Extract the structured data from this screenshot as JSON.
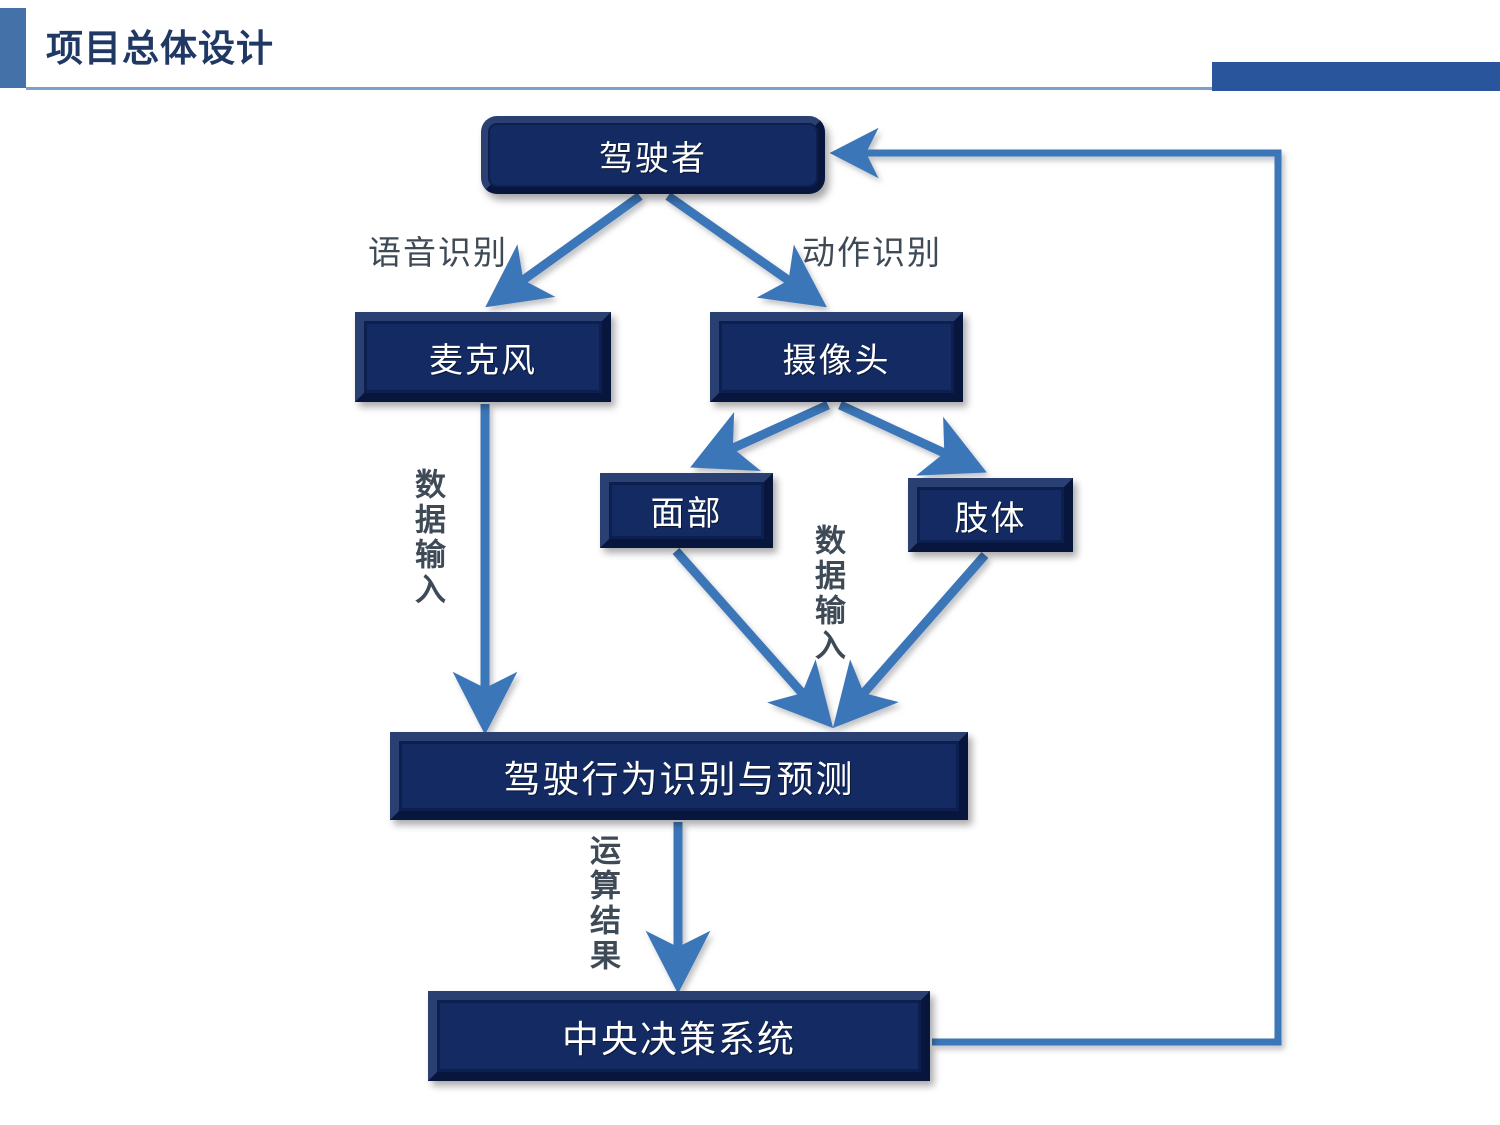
{
  "header": {
    "title": "项目总体设计",
    "accent_color": "#4472a8",
    "rule_color": "#7da0cb",
    "right_block_color": "#28559b"
  },
  "diagram": {
    "type": "flowchart",
    "node_fill_color": "#132a62",
    "node_text_color": "#ffffff",
    "arrow_color": "#3a76b8",
    "label_text_color": "#3f4a57",
    "nodes": [
      {
        "id": "driver",
        "label": "驾驶者",
        "shape": "rounded-rectangle"
      },
      {
        "id": "microphone",
        "label": "麦克风",
        "shape": "rectangle"
      },
      {
        "id": "camera",
        "label": "摄像头",
        "shape": "rectangle"
      },
      {
        "id": "face",
        "label": "面部",
        "shape": "rectangle"
      },
      {
        "id": "limb",
        "label": "肢体",
        "shape": "rectangle"
      },
      {
        "id": "behavior",
        "label": "驾驶行为识别与预测",
        "shape": "rectangle"
      },
      {
        "id": "central",
        "label": "中央决策系统",
        "shape": "rectangle"
      }
    ],
    "edges": [
      {
        "from": "driver",
        "to": "microphone",
        "label": "语音识别",
        "orientation": "horizontal"
      },
      {
        "from": "driver",
        "to": "camera",
        "label": "动作识别",
        "orientation": "horizontal"
      },
      {
        "from": "camera",
        "to": "face",
        "label": "",
        "orientation": "none"
      },
      {
        "from": "camera",
        "to": "limb",
        "label": "",
        "orientation": "none"
      },
      {
        "from": "microphone",
        "to": "behavior",
        "label": "数据输入",
        "orientation": "vertical"
      },
      {
        "from": "face",
        "to": "behavior",
        "label": "数据输入",
        "orientation": "vertical"
      },
      {
        "from": "limb",
        "to": "behavior",
        "label": "",
        "orientation": "none"
      },
      {
        "from": "behavior",
        "to": "central",
        "label": "运算结果",
        "orientation": "vertical"
      },
      {
        "from": "central",
        "to": "driver",
        "label": "",
        "orientation": "feedback-loop"
      }
    ],
    "labels": {
      "speech_recognition": "语音识别",
      "motion_recognition": "动作识别",
      "data_input_left": "数据输入",
      "data_input_right": "数据输入",
      "computation_result": "运算结果"
    }
  }
}
